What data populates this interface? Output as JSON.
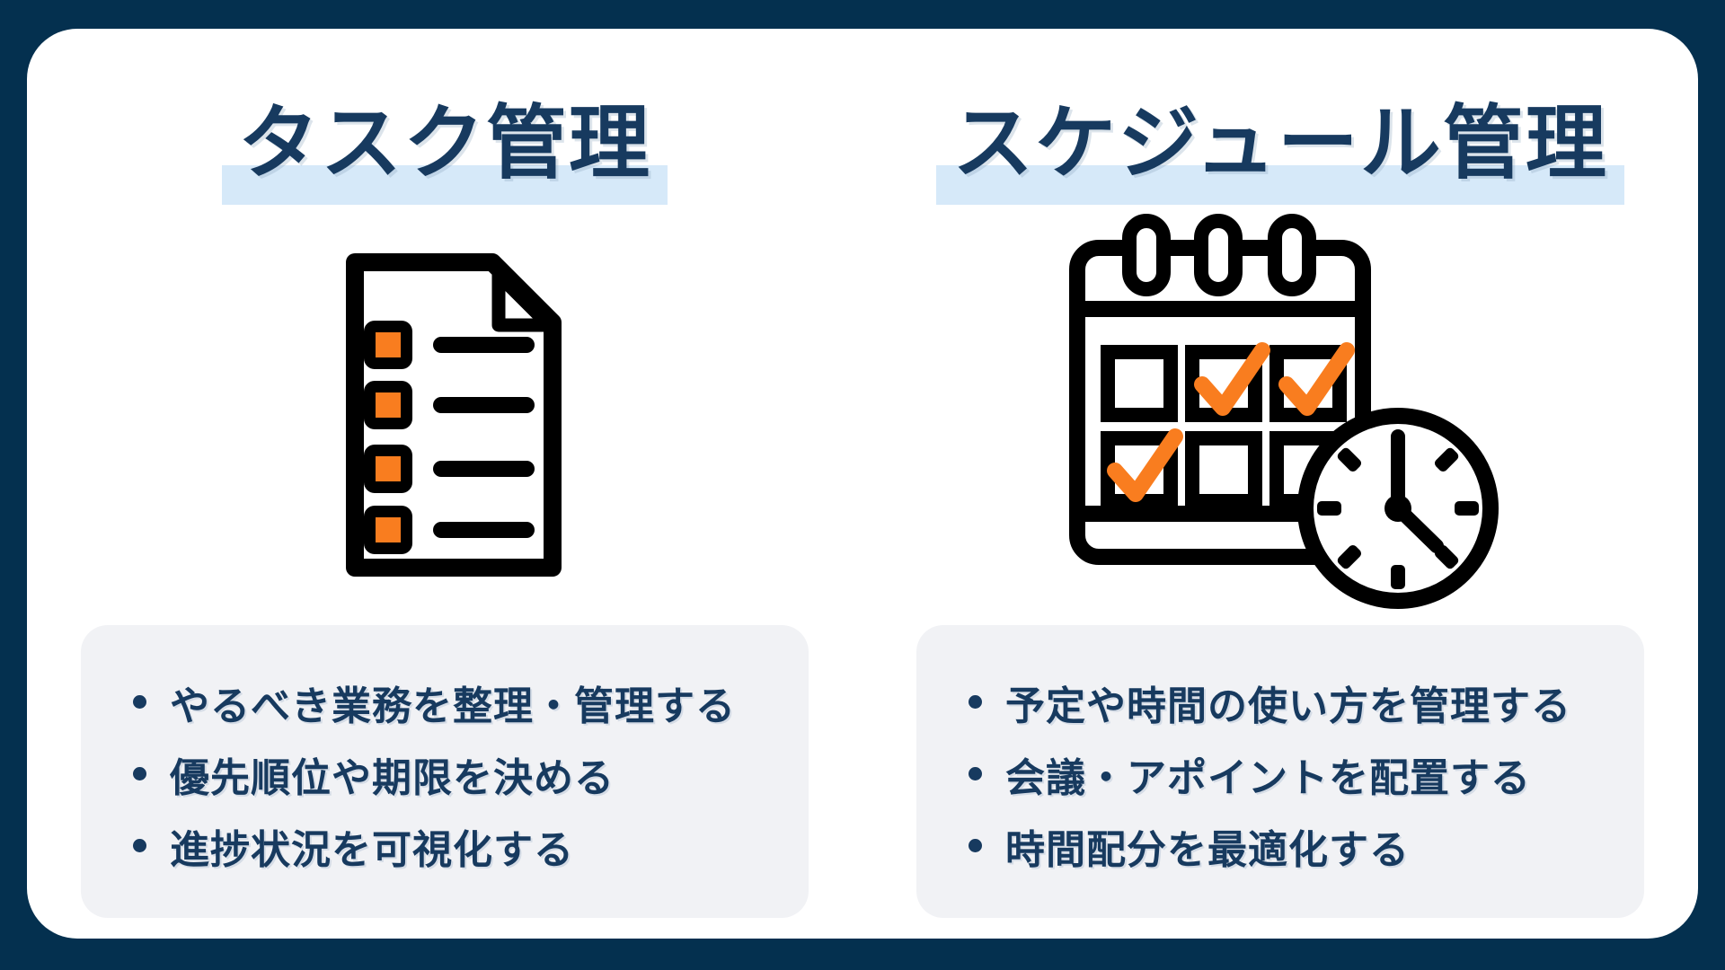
{
  "page": {
    "background_color": "#04304f",
    "card_color": "#ffffff",
    "heading_text_color": "#173a5f",
    "heading_highlight_color": "#d6e9f9",
    "info_box_color": "#f1f2f5",
    "accent_orange": "#f97d1f",
    "icon_outline_color": "#000000"
  },
  "columns": [
    {
      "title": "タスク管理",
      "icon": "task-checklist-document-icon",
      "bullets": [
        "やるべき業務を整理・管理する",
        "優先順位や期限を決める",
        "進捗状況を可視化する"
      ]
    },
    {
      "title": "スケジュール管理",
      "icon": "calendar-with-clock-icon",
      "bullets": [
        "予定や時間の使い方を管理する",
        "会議・アポイントを配置する",
        "時間配分を最適化する"
      ]
    }
  ]
}
